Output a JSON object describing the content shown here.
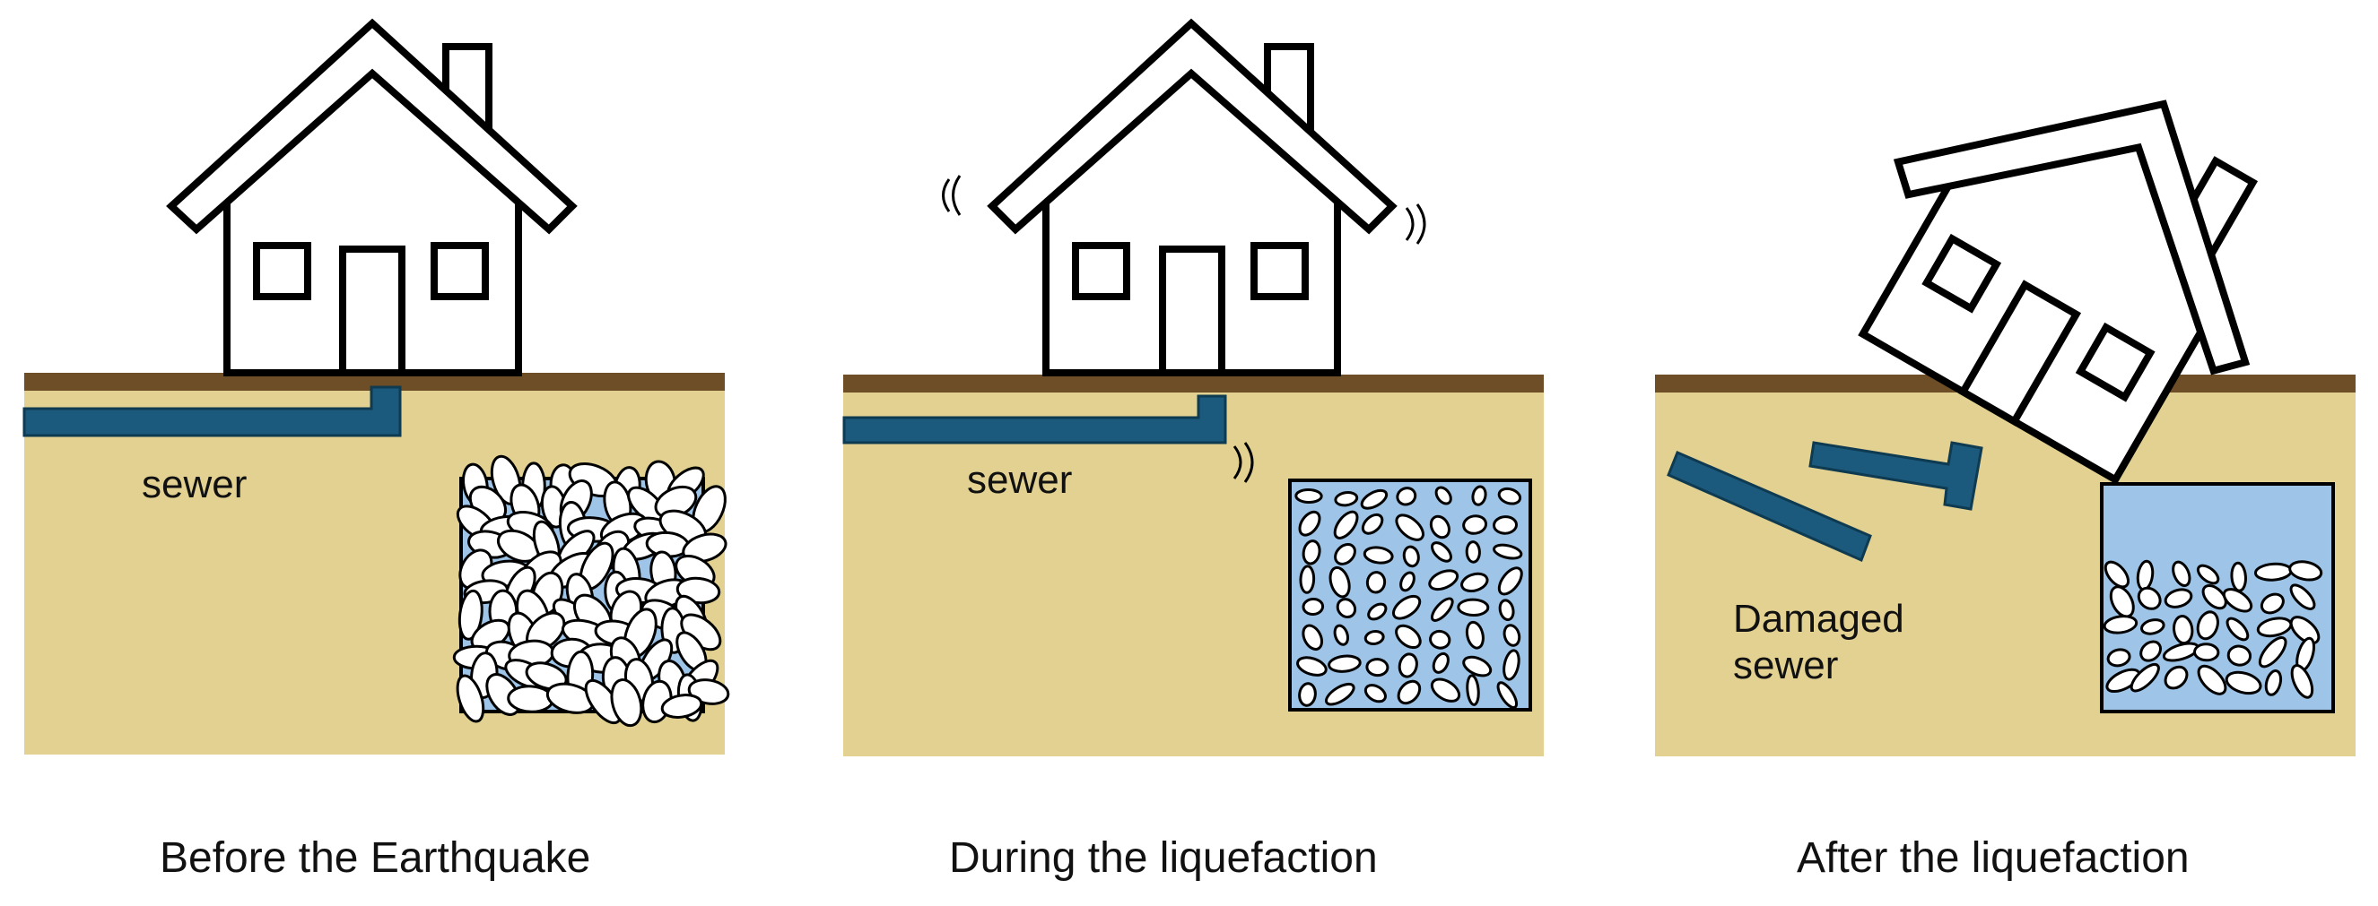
{
  "panels": [
    {
      "caption": "Before the Earthquake",
      "pipe_label": "sewer",
      "state": "before"
    },
    {
      "caption": "During the liquefaction",
      "pipe_label": "sewer",
      "state": "during"
    },
    {
      "caption": "After the liquefaction",
      "pipe_label": "Damaged sewer",
      "pipe_label_lines": [
        "Damaged",
        "sewer"
      ],
      "state": "after"
    }
  ],
  "colors": {
    "soil": "#e2d190",
    "ground_surface": "#6e4e26",
    "sewer_pipe": "#1b5a7c",
    "water": "#9ec5e8",
    "outline": "#000000",
    "grain_fill": "#ffffff"
  },
  "icons": [
    "house-icon",
    "chimney-icon",
    "shake-marks-icon",
    "sewer-pipe-icon",
    "soil-grains-icon"
  ]
}
